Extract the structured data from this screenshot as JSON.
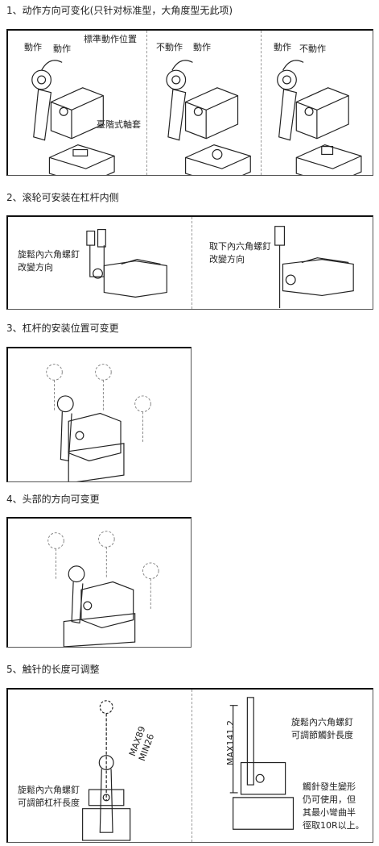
{
  "sections": [
    {
      "title": "1、动作方向可变化(只针对标准型，大角度型无此项)"
    },
    {
      "title": "2、滚轮可安装在杠杆内侧"
    },
    {
      "title": "3、杠杆的安装位置可变更"
    },
    {
      "title": "4、头部的方向可变更"
    },
    {
      "title": "5、触针的长度可调整"
    }
  ],
  "panel1": {
    "a": {
      "left": "動作",
      "right": "動作"
    },
    "b": {
      "left": "不動作",
      "right": "動作"
    },
    "c": {
      "left": "動作",
      "right": "不動作"
    },
    "standard_position": "標準動作位置",
    "cam": "臺階式軸套"
  },
  "panel2": {
    "left_line1": "旋鬆內六角螺釘",
    "left_line2": "改變方向",
    "right_line1": "取下內六角螺釘",
    "right_line2": "改變方向"
  },
  "panel5": {
    "max89": "MAX89",
    "min26": "MIN26",
    "left_line1": "旋鬆內六角螺釘",
    "left_line2": "可調節杠杆長度",
    "max141": "MAX141.2",
    "right_line1": "旋鬆內六角螺釘",
    "right_line2": "可調節觸針長度",
    "note1": "觸針發生變形",
    "note2": "仍可使用，但",
    "note3": "其最小彎曲半",
    "note4": "徑取10R以上。"
  }
}
